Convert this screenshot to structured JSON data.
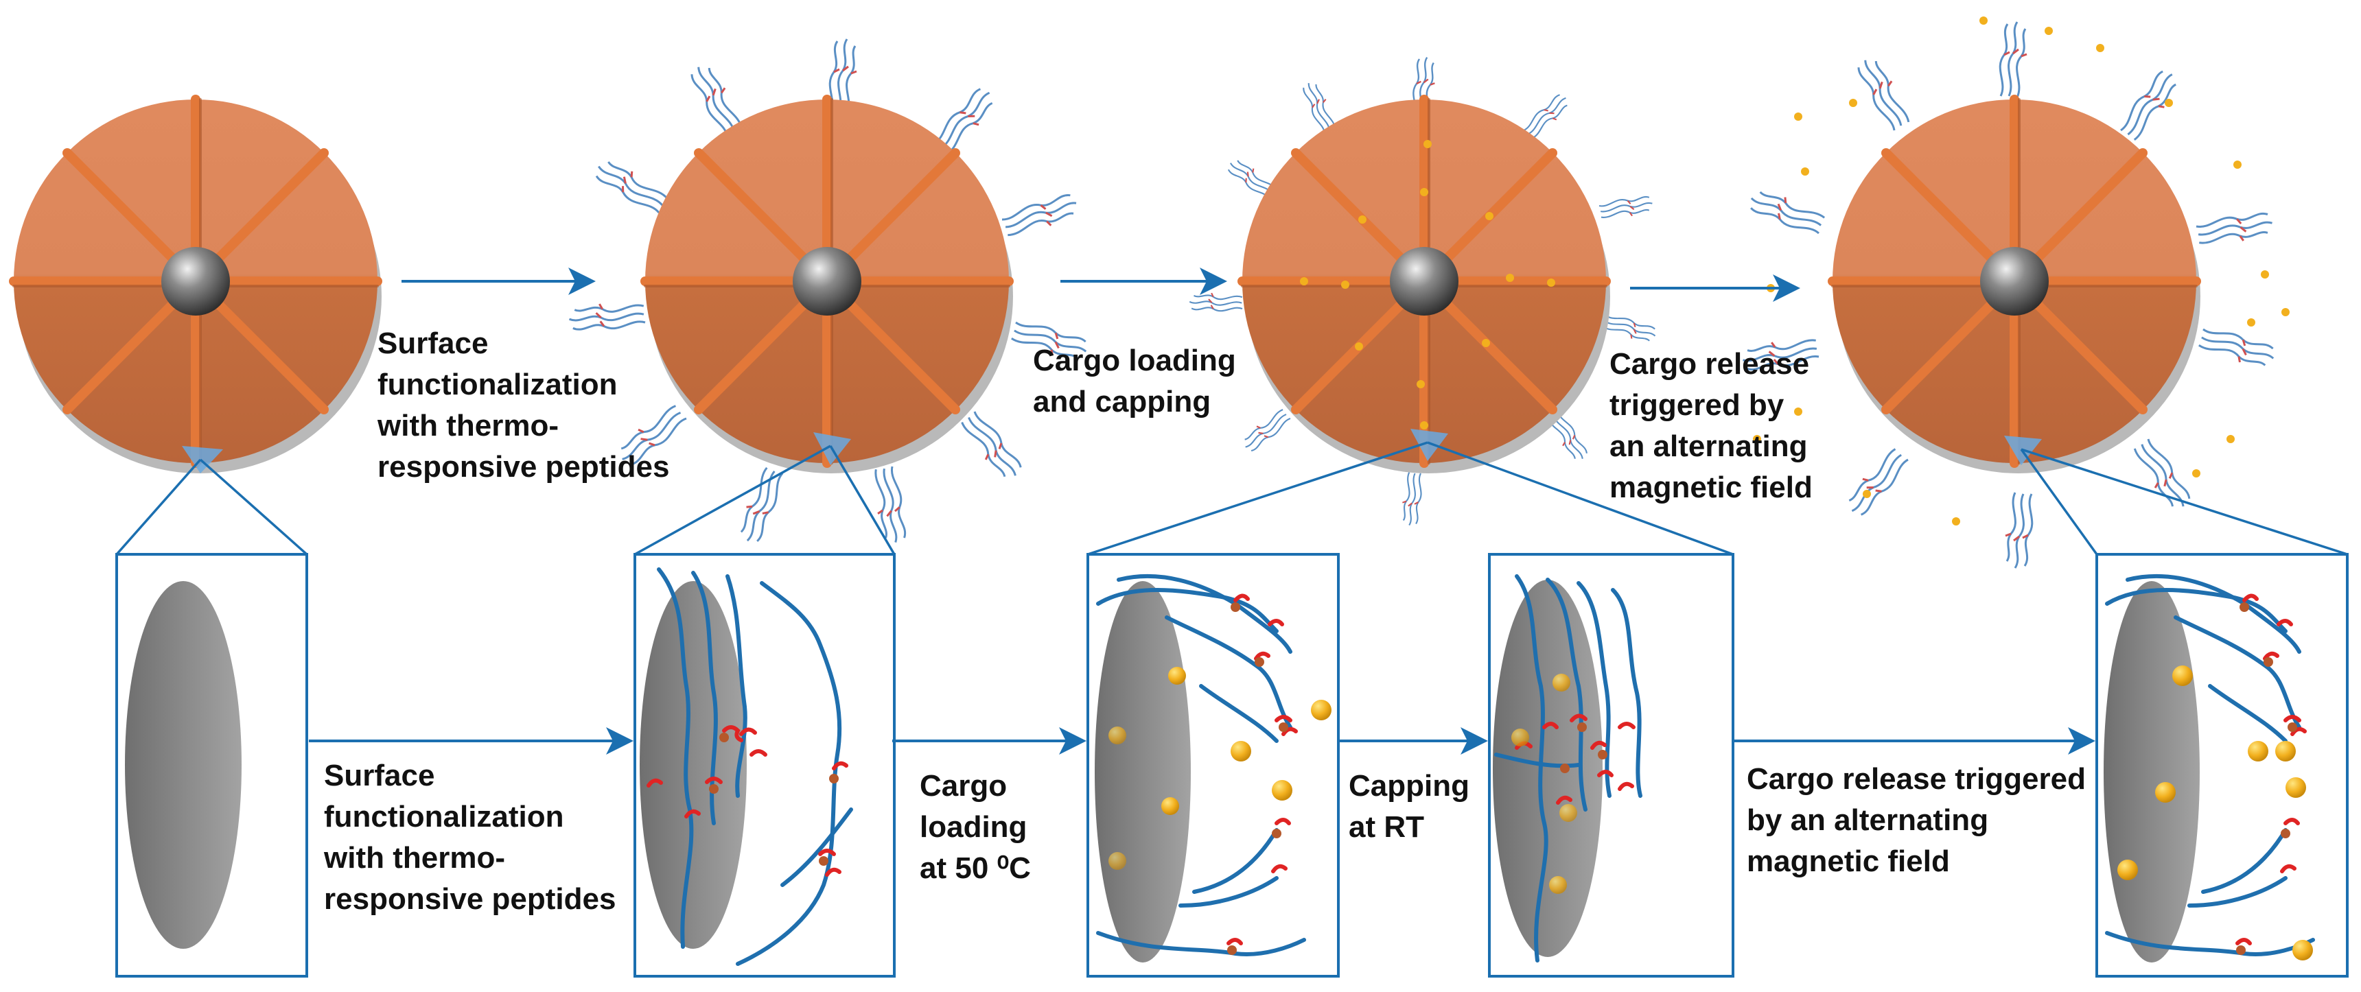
{
  "colors": {
    "particle_light": "#e08a5e",
    "particle_dark": "#c66f3f",
    "particle_shadow": "#b9b9b9",
    "spoke": "#e37839",
    "core": "#6b6b6b",
    "arrow": "#1b6fb0",
    "chain": "#1f6fae",
    "peptide": "#e02424",
    "cargo": "#f2b01e",
    "pore_wall": "#8c8c8c"
  },
  "steps_top": [
    {
      "label_lines": [
        "Surface",
        "functionalization",
        "with thermo-",
        "responsive peptides"
      ]
    },
    {
      "label_lines": [
        "Cargo loading",
        "and capping"
      ]
    },
    {
      "label_lines": [
        "Cargo release",
        "triggered by",
        "an alternating",
        "magnetic field"
      ]
    }
  ],
  "steps_bottom": [
    {
      "label_lines": [
        "Surface",
        "functionalization",
        "with thermo-",
        "responsive peptides"
      ]
    },
    {
      "label_lines": [
        "Cargo",
        "loading",
        "at 50 ⁰C"
      ]
    },
    {
      "label_lines": [
        "Capping",
        "at RT"
      ]
    },
    {
      "label_lines": [
        "Cargo release triggered",
        "by an alternating",
        "magnetic field"
      ]
    }
  ],
  "icons": [
    "nanoparticle-icon",
    "magnetic-core-icon",
    "pore-wall-icon",
    "peptide-chain-icon",
    "cargo-molecule-icon",
    "arrow-right-icon"
  ]
}
